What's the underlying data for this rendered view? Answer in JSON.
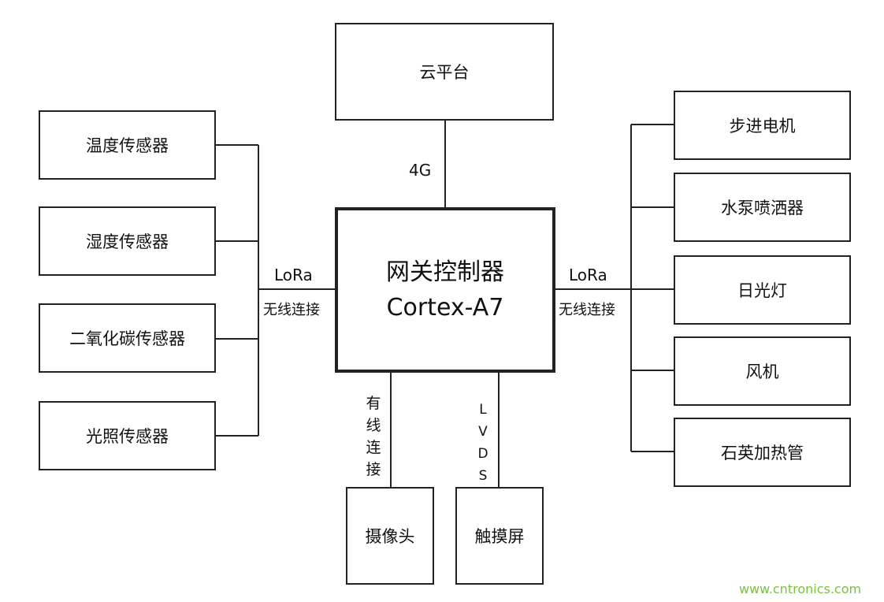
{
  "cloud": "云平台",
  "link_4g": "4G",
  "gateway": {
    "title": "网关控制器",
    "cpu": "Cortex-A7"
  },
  "left_link": {
    "protocol": "LoRa",
    "desc": "无线连接"
  },
  "right_link": {
    "protocol": "LoRa",
    "desc": "无线连接"
  },
  "sensors": [
    "温度传感器",
    "湿度传感器",
    "二氧化碳传感器",
    "光照传感器"
  ],
  "actuators": [
    "步进电机",
    "水泵喷洒器",
    "日光灯",
    "风机",
    "石英加热管"
  ],
  "bottom_left": {
    "link_chars": [
      "有",
      "线",
      "连",
      "接"
    ],
    "device": "摄像头"
  },
  "bottom_right": {
    "link_chars": [
      "L",
      "V",
      "D",
      "S"
    ],
    "device": "触摸屏"
  },
  "watermark": "www.cntronics.com"
}
